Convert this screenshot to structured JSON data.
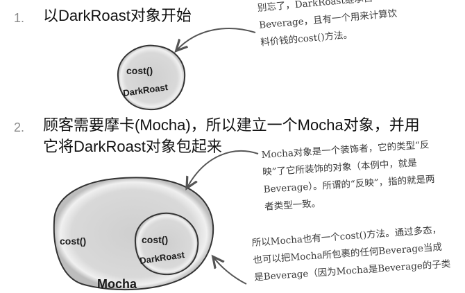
{
  "steps": [
    {
      "number": "1.",
      "text": "以DarkRoast对象开始"
    },
    {
      "number": "2.",
      "text_line1": "顾客需要摩卡(Mocha)，所以建立一个Mocha对象，并用",
      "text_line2": "它将DarkRoast对象包起来"
    }
  ],
  "notes": {
    "note1": [
      "别忘了，DarkRoast继承自",
      "Beverage，且有一个用来计算饮",
      "料价钱的cost()方法。"
    ],
    "note2": [
      "Mocha对象是一个装饰者，它的类型“反",
      "映”了它所装饰的对象（本例中，就是",
      "Beverage）。所谓的“反映”，指的就是两",
      "者类型一致。"
    ],
    "note3": [
      "所以Mocha也有一个cost()方法。通过多态，",
      "也可以把Mocha所包裹的任何Beverage当成",
      "是Beverage（因为Mocha是Beverage的子类"
    ]
  },
  "diagram": {
    "darkroast_top": {
      "method": "cost()",
      "name": "DarkRoast"
    },
    "mocha_outer": {
      "method": "cost()",
      "name": "Mocha"
    },
    "darkroast_inner": {
      "method": "cost()",
      "name": "DarkRoast"
    }
  },
  "colors": {
    "object_fill": "#d9d9d9",
    "object_rim": "#f2f2f2",
    "outline": "#333333",
    "arrow": "#555555"
  }
}
